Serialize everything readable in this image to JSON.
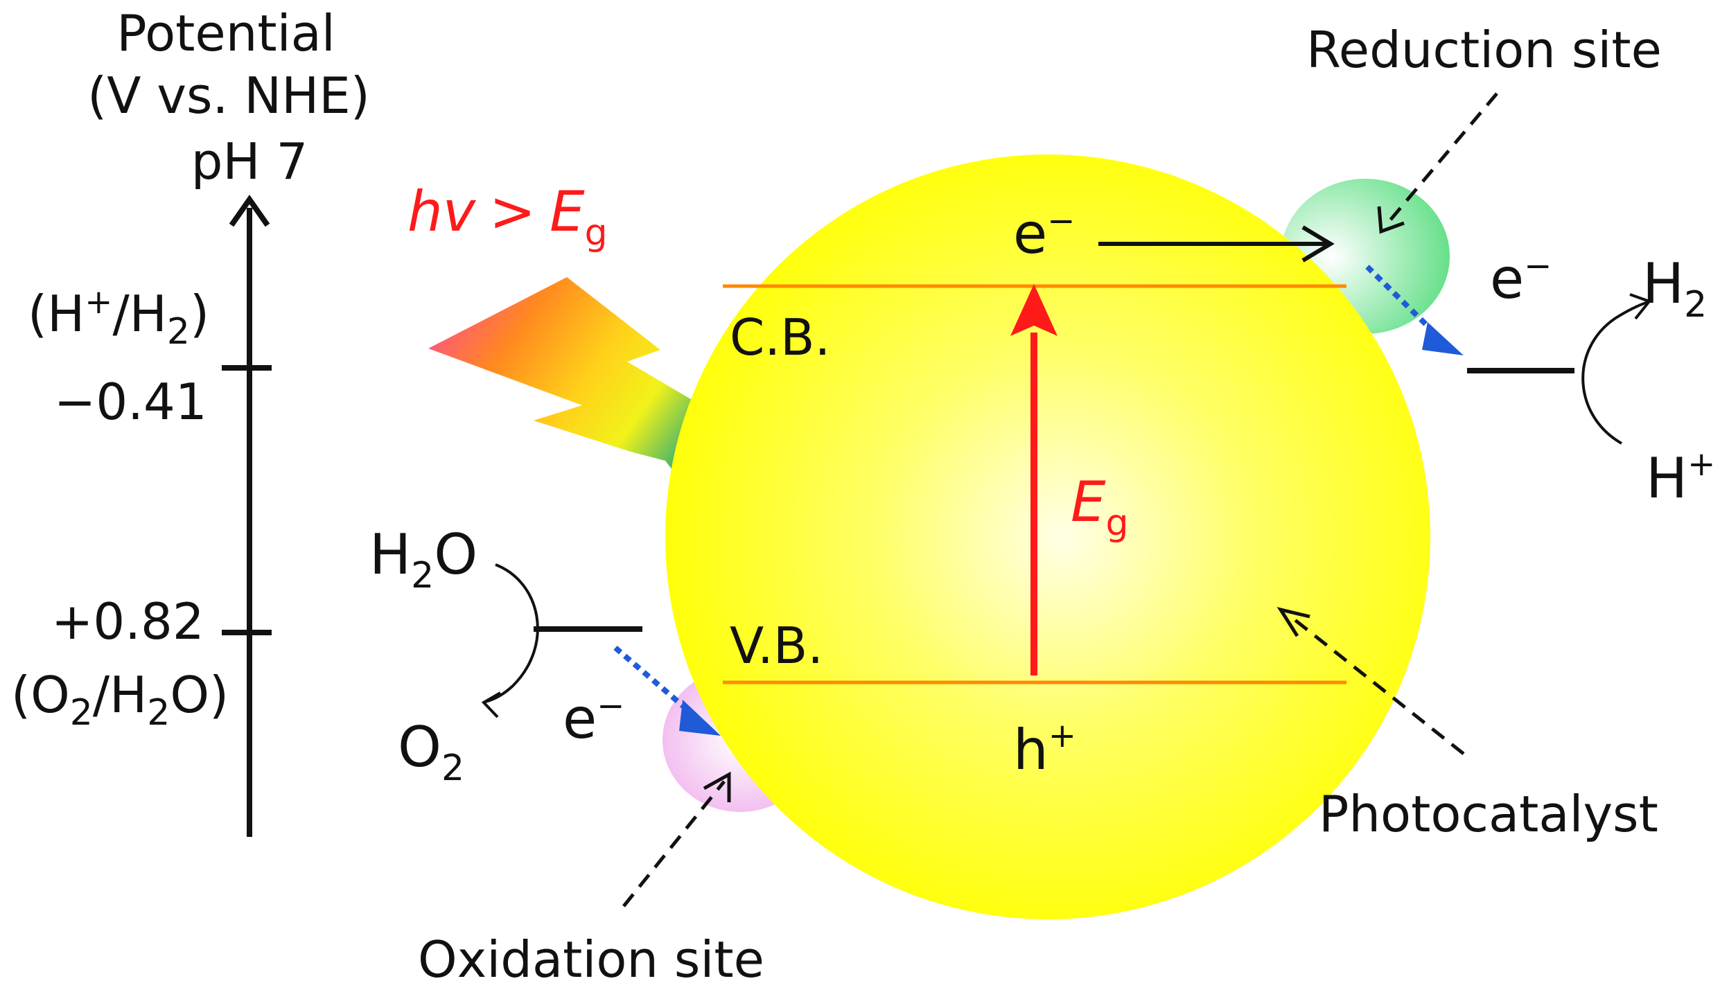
{
  "axis": {
    "title_line1": "Potential",
    "title_line2": "(V vs. NHE)",
    "title_line3": "pH 7",
    "upper_couple": {
      "open": "(H",
      "sup": "+",
      "mid": "/H",
      "sub": "2",
      "close": ")"
    },
    "upper_value": "−0.41",
    "lower_value": "+0.82",
    "lower_couple": {
      "open": "(O",
      "sub1": "2",
      "mid": "/H",
      "sub2": "2",
      "close": "O)"
    }
  },
  "light": {
    "hv": "hv",
    "gt": ">",
    "E": "E",
    "g": "g"
  },
  "particle": {
    "cb": "C.B.",
    "vb": "V.B.",
    "electron_base": "e",
    "electron_sup": "−",
    "hole_base": "h",
    "hole_sup": "+",
    "gap_E": "E",
    "gap_g": "g"
  },
  "reduction": {
    "site_label": "Reduction site",
    "electron_base": "e",
    "electron_sup": "−",
    "product_base": "H",
    "product_sub": "2",
    "reactant_base": "H",
    "reactant_sup": "+"
  },
  "oxidation": {
    "site_label": "Oxidation site",
    "electron_base": "e",
    "electron_sup": "−",
    "reactant_base": "H",
    "reactant_sub": "2",
    "reactant_tail": "O",
    "product_base": "O",
    "product_sub": "2"
  },
  "photocatalyst_label": "Photocatalyst",
  "colors": {
    "particle": "#ffff00",
    "particle_highlight": "#ffffe8",
    "band_line": "#ff8a00",
    "red": "#ff1a1a",
    "blue_arrow": "#1f5bd8",
    "reduction_site": "#7ee8a0",
    "oxidation_site": "#f4bff0"
  }
}
